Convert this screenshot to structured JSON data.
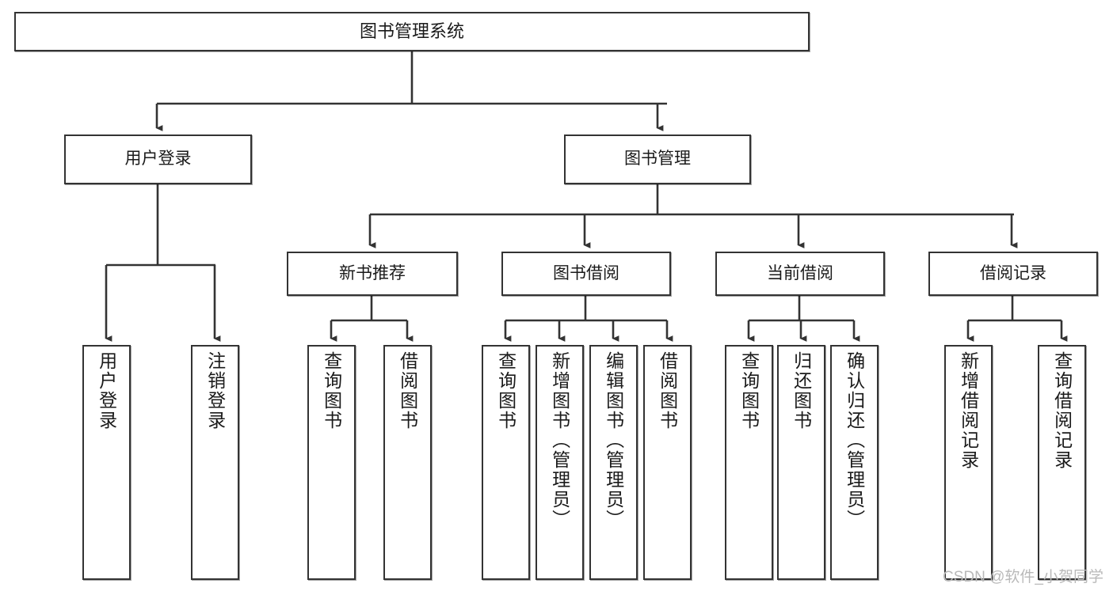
{
  "diagram": {
    "title": "图书管理系统",
    "type": "hierarchy-tree",
    "orientation": "top-down",
    "stroke_color": "#333333",
    "fill_color": "#ffffff",
    "text_color": "#1a1a1a",
    "nodes": {
      "root": {
        "label": "图书管理系统"
      },
      "tier2": [
        {
          "label": "用户登录"
        },
        {
          "label": "图书管理"
        }
      ],
      "tier3": [
        {
          "label": "新书推荐"
        },
        {
          "label": "图书借阅"
        },
        {
          "label": "当前借阅"
        },
        {
          "label": "借阅记录"
        }
      ],
      "leaves": {
        "user_login": [
          {
            "label": "用户登录"
          },
          {
            "label": "注销登录"
          }
        ],
        "new_book_recommend": [
          {
            "label": "查询图书"
          },
          {
            "label": "借阅图书"
          }
        ],
        "book_borrow": [
          {
            "label": "查询图书"
          },
          {
            "label": "新增图书（管理员）"
          },
          {
            "label": "编辑图书（管理员）"
          },
          {
            "label": "借阅图书"
          }
        ],
        "current_borrow": [
          {
            "label": "查询图书"
          },
          {
            "label": "归还图书"
          },
          {
            "label": "确认归还（管理员）"
          }
        ],
        "borrow_record": [
          {
            "label": "新增借阅记录"
          },
          {
            "label": "查询借阅记录"
          }
        ]
      }
    }
  },
  "watermark": {
    "text": "CSDN @软件_小贺同学"
  }
}
